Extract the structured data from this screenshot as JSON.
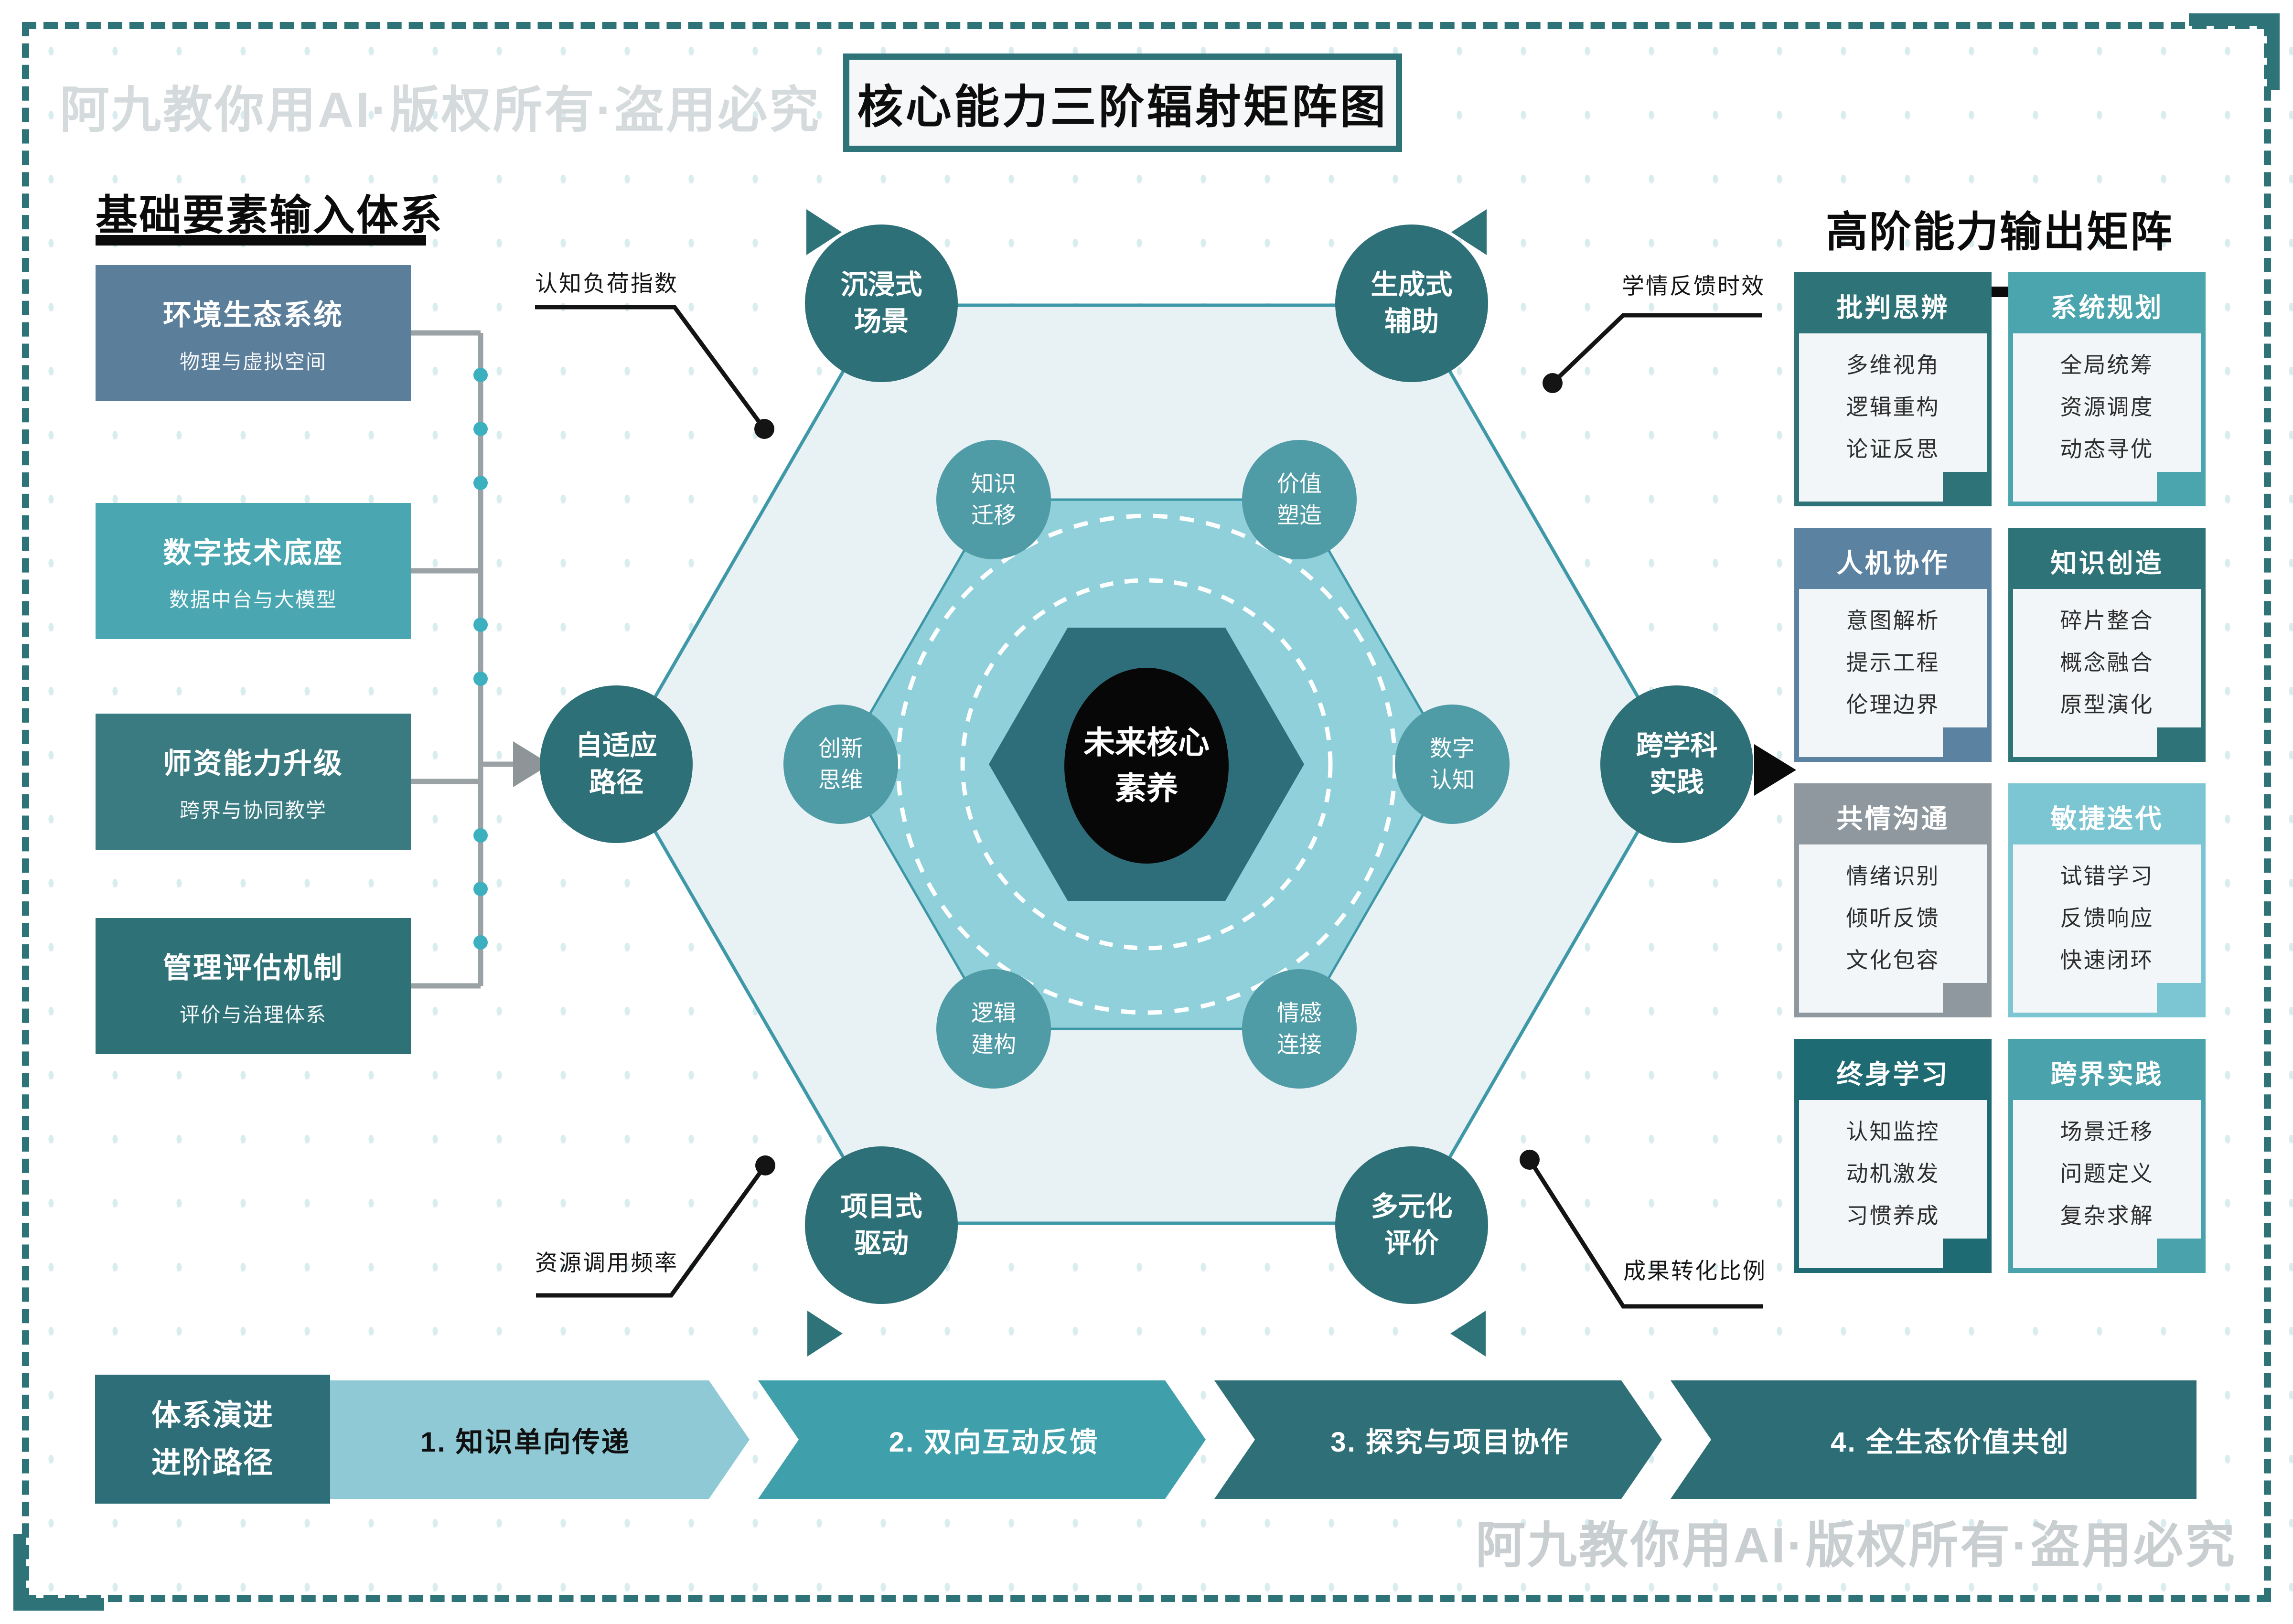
{
  "page": {
    "title": "核心能力三阶辐射矩阵图",
    "watermark": "阿九教你用AI·版权所有·盗用必究"
  },
  "colors": {
    "frame_teal": "#2e7378",
    "hex_outer_fill": "#e8f1f4",
    "hex_inner_fill": "#8fd0da",
    "hex_core_fill": "#2e6e7a",
    "node_outer": "#2e7077",
    "node_inner": "#4f9ba6",
    "connector_gray": "#9aa2a6",
    "connector_dot": "#3db0c0"
  },
  "left_panel": {
    "heading": "基础要素输入体系",
    "boxes": [
      {
        "title": "环境生态系统",
        "subtitle": "物理与虚拟空间",
        "color": "#5b7e9b"
      },
      {
        "title": "数字技术底座",
        "subtitle": "数据中台与大模型",
        "color": "#4aa7b1"
      },
      {
        "title": "师资能力升级",
        "subtitle": "跨界与协同教学",
        "color": "#3a7b82"
      },
      {
        "title": "管理评估机制",
        "subtitle": "评价与治理体系",
        "color": "#2e7177"
      }
    ]
  },
  "radial": {
    "center_label": "未来核心\n素养",
    "outer_nodes": [
      {
        "label": "沉浸式\n场景"
      },
      {
        "label": "生成式\n辅助"
      },
      {
        "label": "自适应\n路径"
      },
      {
        "label": "跨学科\n实践"
      },
      {
        "label": "项目式\n驱动"
      },
      {
        "label": "多元化\n评价"
      }
    ],
    "inner_nodes": [
      {
        "label": "知识\n迁移"
      },
      {
        "label": "价值\n塑造"
      },
      {
        "label": "创新\n思维"
      },
      {
        "label": "数字\n认知"
      },
      {
        "label": "逻辑\n建构"
      },
      {
        "label": "情感\n连接"
      }
    ]
  },
  "callouts": [
    {
      "label": "认知负荷指数"
    },
    {
      "label": "学情反馈时效"
    },
    {
      "label": "资源调用频率"
    },
    {
      "label": "成果转化比例"
    }
  ],
  "right_panel": {
    "heading": "高阶能力输出矩阵",
    "cards": [
      {
        "title": "批判思辨",
        "items": [
          "多维视角",
          "逻辑重构",
          "论证反思"
        ],
        "color": "#2e7378"
      },
      {
        "title": "系统规划",
        "items": [
          "全局统筹",
          "资源调度",
          "动态寻优"
        ],
        "color": "#4aa5ae"
      },
      {
        "title": "人机协作",
        "items": [
          "意图解析",
          "提示工程",
          "伦理边界"
        ],
        "color": "#5b82a0"
      },
      {
        "title": "知识创造",
        "items": [
          "碎片整合",
          "概念融合",
          "原型演化"
        ],
        "color": "#2e7378"
      },
      {
        "title": "共情沟通",
        "items": [
          "情绪识别",
          "倾听反馈",
          "文化包容"
        ],
        "color": "#8e989e"
      },
      {
        "title": "敏捷迭代",
        "items": [
          "试错学习",
          "反馈响应",
          "快速闭环"
        ],
        "color": "#7cc5d2"
      },
      {
        "title": "终身学习",
        "items": [
          "认知监控",
          "动机激发",
          "习惯养成"
        ],
        "color": "#1f6b74"
      },
      {
        "title": "跨界实践",
        "items": [
          "场景迁移",
          "问题定义",
          "复杂求解"
        ],
        "color": "#4aa3ac"
      }
    ]
  },
  "bottom_bar": {
    "label": "体系演进\n进阶路径",
    "stages": [
      {
        "text": "1. 知识单向传递",
        "color": "#8fc9d6",
        "text_color": "#101010"
      },
      {
        "text": "2. 双向互动反馈",
        "color": "#3fa0ab",
        "text_color": "#ffffff"
      },
      {
        "text": "3. 探究与项目协作",
        "color": "#2f7078",
        "text_color": "#ffffff"
      },
      {
        "text": "4. 全生态价值共创",
        "color": "#2d6d76",
        "text_color": "#ffffff"
      }
    ]
  }
}
